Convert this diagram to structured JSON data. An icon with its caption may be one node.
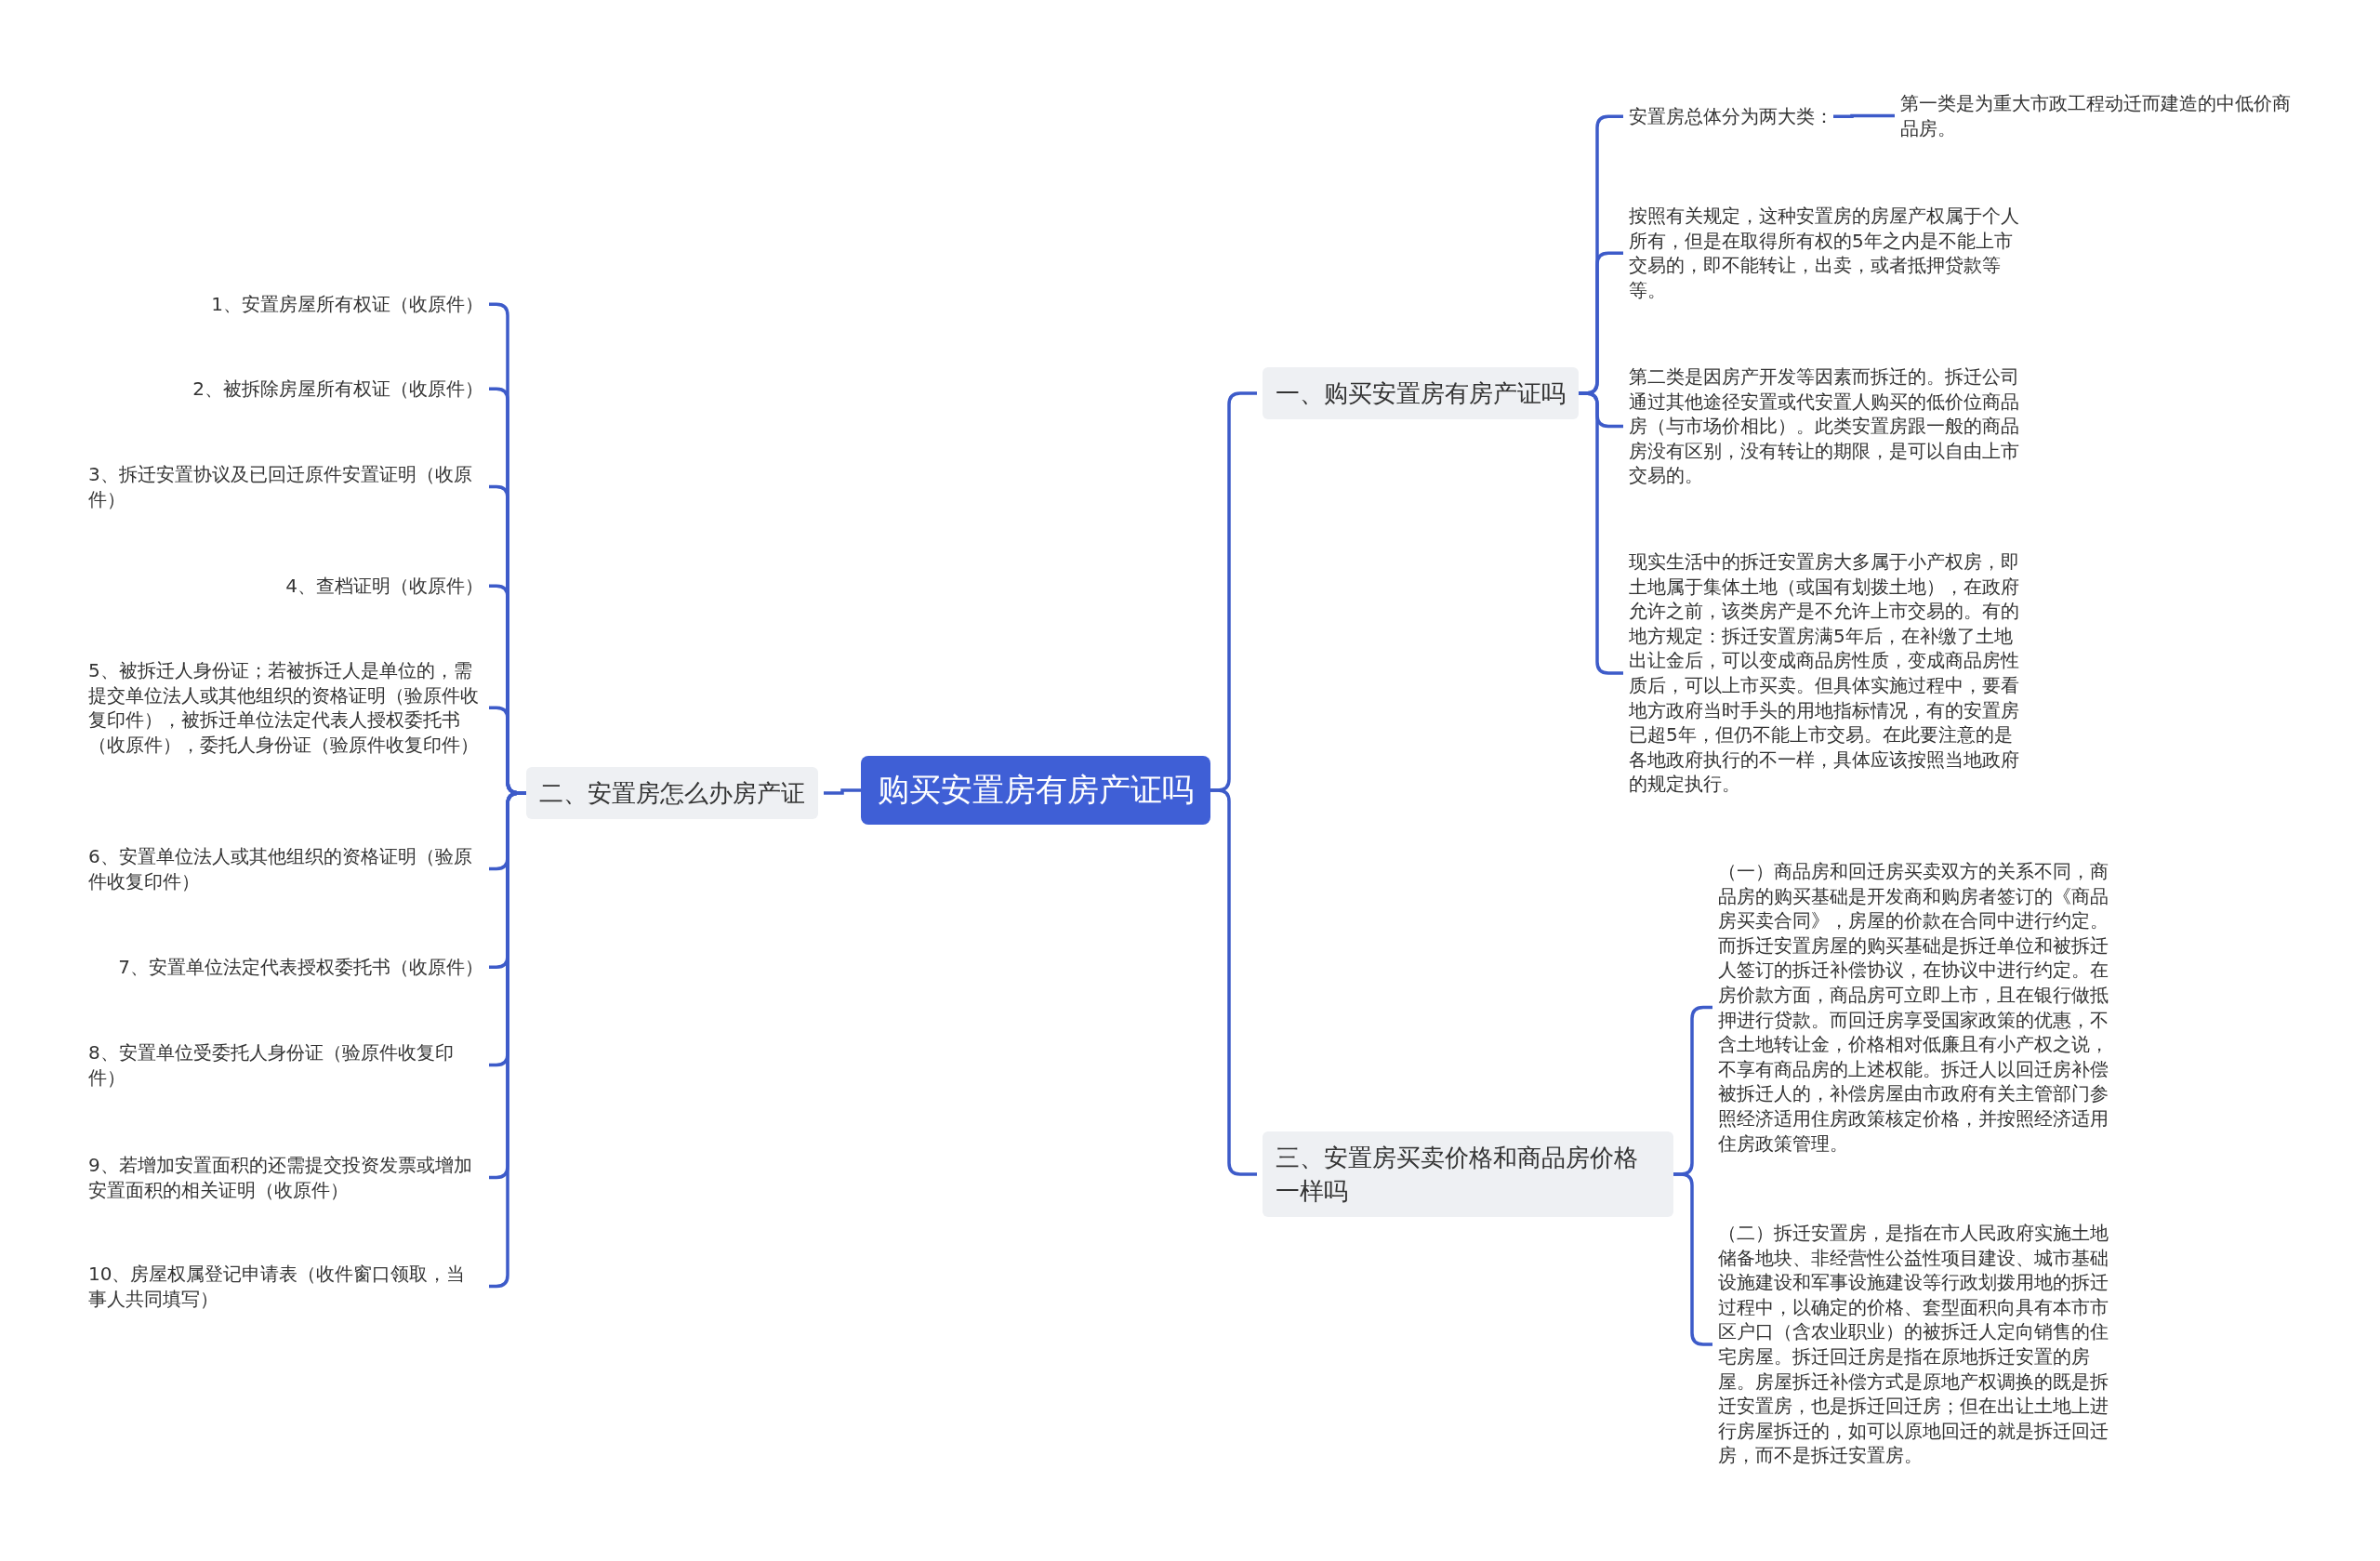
{
  "diagram": {
    "nodes": [
      {
        "text": [
          "购买安置房有房产证吗"
        ]
      },
      {
        "text": [
          "一、购买安置房有房产证吗"
        ]
      },
      {
        "text": [
          "安置房总体分为两大类："
        ]
      },
      {
        "text": [
          "第一类是为重大市政工程动迁而建造的中低价商品房。"
        ]
      },
      {
        "text": [
          "按照有关规定，这种安置房的房屋产权属于个人所有，但是在取得所有权的5年之内是不能上市交易的，即不能转让，出卖，或者抵押贷款等等。"
        ]
      },
      {
        "text": [
          "第二类是因房产开发等因素而拆迁的。拆迁公司通过其他途径安置或代安置人购买的低价位商品房（与市场价相比）。此类安置房跟一般的商品房没有区别，没有转让的期限，是可以自由上市交易的。"
        ]
      },
      {
        "text": [
          "现实生活中的拆迁安置房大多属于小产权房，即土地属于集体土地（或国有划拨土地），在政府允许之前，该类房产是不允许上市交易的。有的地方规定：拆迁安置房满5年后，在补缴了土地出让金后，可以变成商品房性质，变成商品房性质后，可以上市买卖。但具体实施过程中，要看地方政府当时手头的用地指标情况，有的安置房已超5年，但仍不能上市交易。在此要注意的是各地政府执行的不一样，具体应该按照当地政府的规定执行。"
        ]
      },
      {
        "text": [
          "三、安置房买卖价格和商品房价格一样吗"
        ]
      },
      {
        "text": [
          "（一）商品房和回迁房买卖双方的关系不同，商品房的购买基础是开发商和购房者签订的《商品房买卖合同》，房屋的价款在合同中进行约定。而拆迁安置房屋的购买基础是拆迁单位和被拆迁人签订的拆迁补偿协议，在协议中进行约定。在房价款方面，商品房可立即上市，且在银行做抵押进行贷款。而回迁房享受国家政策的优惠，不含土地转让金，价格相对低廉且有小产权之说，不享有商品房的上述权能。拆迁人以回迁房补偿被拆迁人的，补偿房屋由市政府有关主管部门参照经济适用住房政策核定价格，并按照经济适用住房政策管理。"
        ]
      },
      {
        "text": [
          "（二）拆迁安置房，是指在市人民政府实施土地储备地块、非经营性公益性项目建设、城市基础设施建设和军事设施建设等行政划拨用地的拆迁过程中，以确定的价格、套型面积向具有本市市区户口（含农业职业）的被拆迁人定向销售的住宅房屋。拆迁回迁房是指在原地拆迁安置的房屋。房屋拆迁补偿方式是原地产权调换的既是拆迁安置房，也是拆迁回迁房；但在出让土地上进行房屋拆迁的，如可以原地回迁的就是拆迁回迁房，而不是拆迁安置房。"
        ]
      },
      {
        "text": [
          "二、安置房怎么办房产证"
        ]
      },
      {
        "text": [
          "1、安置房屋所有权证（收原件）"
        ]
      },
      {
        "text": [
          "2、被拆除房屋所有权证（收原件）"
        ]
      },
      {
        "text": [
          "3、拆迁安置协议及已回迁原件安置证明（收原件）"
        ]
      },
      {
        "text": [
          "4、查档证明（收原件）"
        ]
      },
      {
        "text": [
          "5、被拆迁人身份证；若被拆迁人是单位的，需提交单位法人或其他组织的资格证明（验原件收复印件），被拆迁单位法定代表人授权委托书（收原件），委托人身份证（验原件收复印件）"
        ]
      },
      {
        "text": [
          "6、安置单位法人或其他组织的资格证明（验原件收复印件）"
        ]
      },
      {
        "text": [
          "7、安置单位法定代表授权委托书（收原件）"
        ]
      },
      {
        "text": [
          "8、安置单位受委托人身份证（验原件收复印件）"
        ]
      },
      {
        "text": [
          "9、若增加安置面积的还需提交投资发票或增加安置面积的相关证明（收原件）"
        ]
      },
      {
        "text": [
          "10、房屋权属登记申请表（收件窗口领取，当事人共同填写）"
        ]
      }
    ],
    "edges": [
      {
        "from": 0,
        "to": 1,
        "arrow": "none"
      },
      {
        "from": 1,
        "to": 2,
        "arrow": "none"
      },
      {
        "from": 2,
        "to": 3,
        "arrow": "none"
      },
      {
        "from": 1,
        "to": 4,
        "arrow": "none"
      },
      {
        "from": 1,
        "to": 5,
        "arrow": "none"
      },
      {
        "from": 1,
        "to": 6,
        "arrow": "none"
      },
      {
        "from": 0,
        "to": 7,
        "arrow": "none"
      },
      {
        "from": 7,
        "to": 8,
        "arrow": "none"
      },
      {
        "from": 7,
        "to": 9,
        "arrow": "none"
      },
      {
        "from": 0,
        "to": 10,
        "arrow": "none"
      },
      {
        "from": 10,
        "to": 11,
        "arrow": "none"
      },
      {
        "from": 10,
        "to": 12,
        "arrow": "none"
      },
      {
        "from": 10,
        "to": 13,
        "arrow": "none"
      },
      {
        "from": 10,
        "to": 14,
        "arrow": "none"
      },
      {
        "from": 10,
        "to": 15,
        "arrow": "none"
      },
      {
        "from": 10,
        "to": 16,
        "arrow": "none"
      },
      {
        "from": 10,
        "to": 17,
        "arrow": "none"
      },
      {
        "from": 10,
        "to": 18,
        "arrow": "none"
      },
      {
        "from": 10,
        "to": 19,
        "arrow": "none"
      },
      {
        "from": 10,
        "to": 20,
        "arrow": "none"
      }
    ]
  }
}
